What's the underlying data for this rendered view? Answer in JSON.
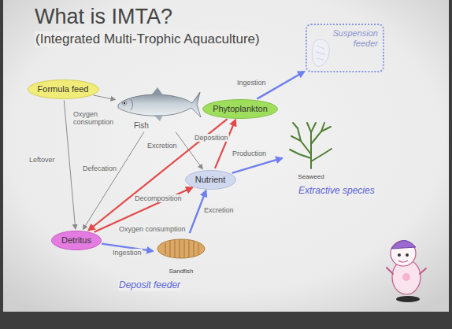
{
  "diagram": {
    "title": "What is IMTA?",
    "nodes": [
      {
        "text": [
          "Formula feed"
        ]
      },
      {
        "text": [
          "Fish"
        ]
      },
      {
        "text": [
          "Phytoplankton"
        ]
      },
      {
        "text": [
          "Suspension feeder"
        ]
      },
      {
        "text": [
          "Nutrient"
        ]
      },
      {
        "text": [
          "Seaweed"
        ]
      },
      {
        "text": [
          "Detritus"
        ]
      },
      {
        "text": [
          "Sandfish"
        ]
      }
    ],
    "edges": [
      {
        "from": 0,
        "to": 6,
        "label": "Leftover",
        "arrow": "to"
      },
      {
        "from": 0,
        "to": 1,
        "arrow": "to"
      },
      {
        "from": 1,
        "to": 6,
        "label": "Defecation",
        "arrow": "to"
      },
      {
        "from": 1,
        "to": 4,
        "label": "Excretion",
        "arrow": "to"
      },
      {
        "from": 2,
        "to": 6,
        "label": "Deposition",
        "arrow": "to"
      },
      {
        "from": 6,
        "to": 4,
        "label": "Decomposition",
        "arrow": "to"
      },
      {
        "from": 4,
        "to": 2,
        "label": "Production",
        "arrow": "to"
      },
      {
        "from": 4,
        "to": 5,
        "arrow": "to"
      },
      {
        "from": 2,
        "to": 3,
        "label": "Ingestion",
        "arrow": "to"
      },
      {
        "from": 6,
        "to": 7,
        "label": "Ingestion",
        "arrow": "to"
      },
      {
        "from": 7,
        "to": 4,
        "label": "Excretion",
        "arrow": "to"
      }
    ],
    "labels": [
      "(Integrated Multi-Trophic Aquaculture)",
      "Oxygen consumption",
      "Oxygen consumption",
      "Extractive species",
      "Deposit feeder"
    ]
  }
}
